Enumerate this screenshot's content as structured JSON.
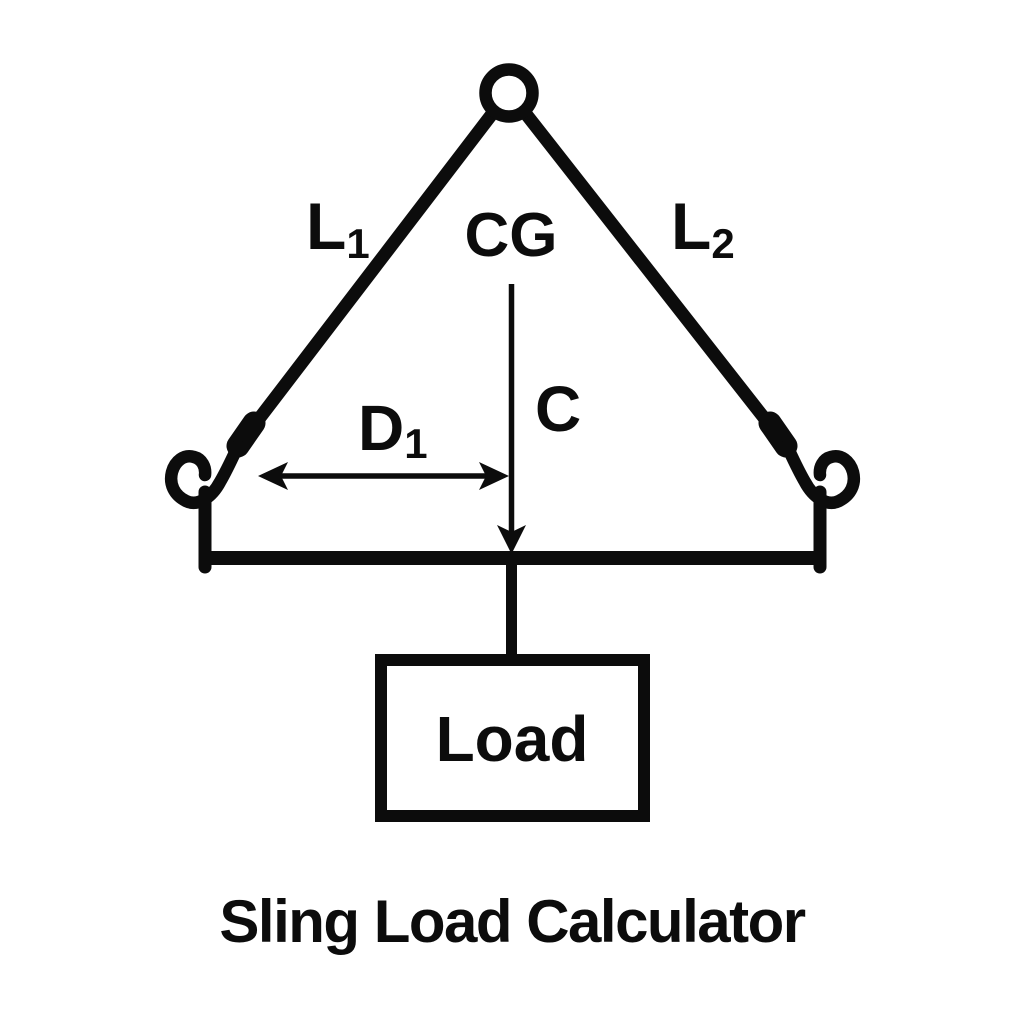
{
  "title": "Sling Load Calculator",
  "diagram": {
    "type": "sling-rigging-schematic",
    "labels": {
      "sling_left": {
        "base": "L",
        "sub": "1"
      },
      "sling_right": {
        "base": "L",
        "sub": "2"
      },
      "cg": "CG",
      "distance": {
        "base": "D",
        "sub": "1"
      },
      "height": "C"
    },
    "load_box": {
      "label": "Load"
    },
    "colors": {
      "ink": "#0c0c0c",
      "background": "#ffffff"
    }
  }
}
